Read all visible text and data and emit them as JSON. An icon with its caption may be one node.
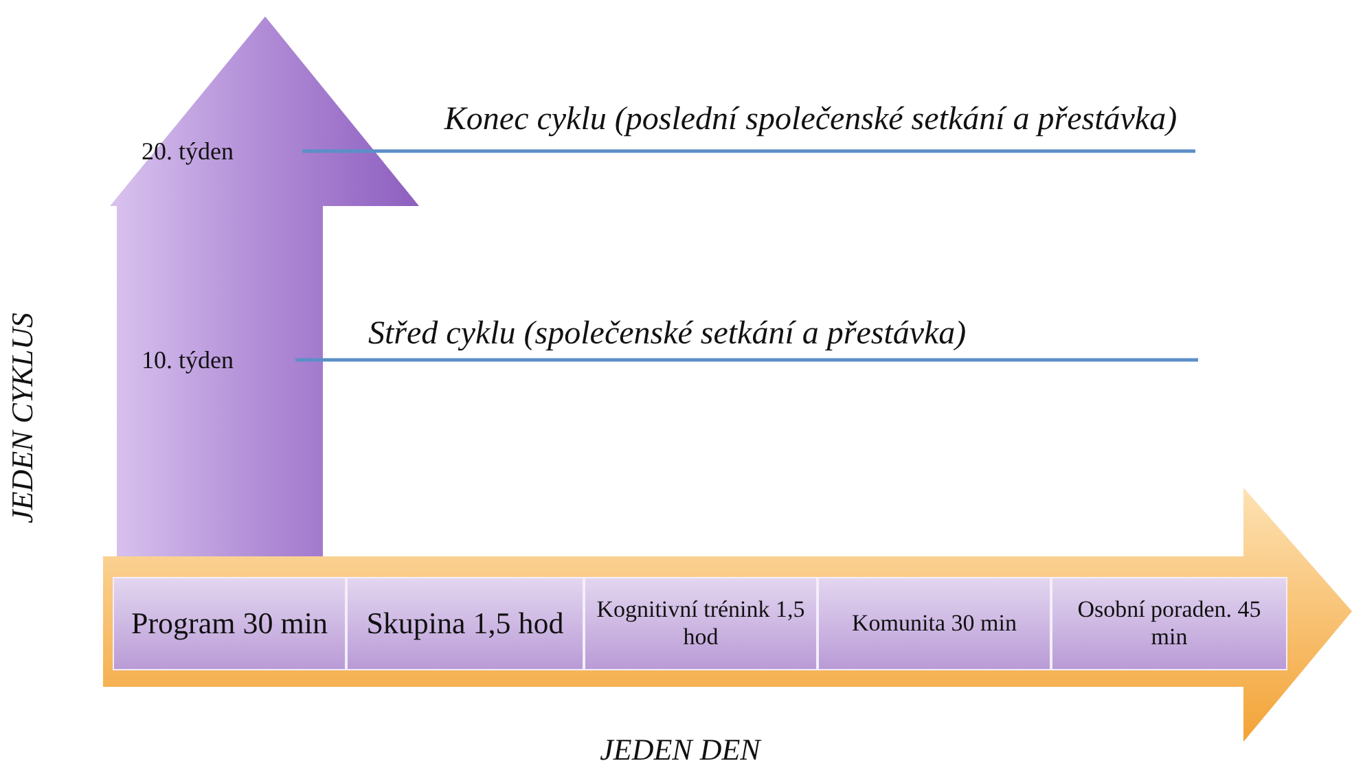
{
  "diagram": {
    "nodes": [
      {
        "text": [
          "Program 30 min"
        ]
      },
      {
        "text": [
          "Skupina 1,5 hod"
        ]
      },
      {
        "text": [
          "Kognitivní trénink 1,5 hod"
        ]
      },
      {
        "text": [
          "Komunita 30 min"
        ]
      },
      {
        "text": [
          "Osobní poraden. 45 min"
        ]
      }
    ],
    "labels": [
      "Konec cyklu (poslední společenské setkání a přestávka)",
      "20. týden",
      "Střed cyklu (společenské setkání a přestávka)",
      "10. týden",
      "JEDEN CYKLUS",
      "JEDEN DEN"
    ]
  }
}
